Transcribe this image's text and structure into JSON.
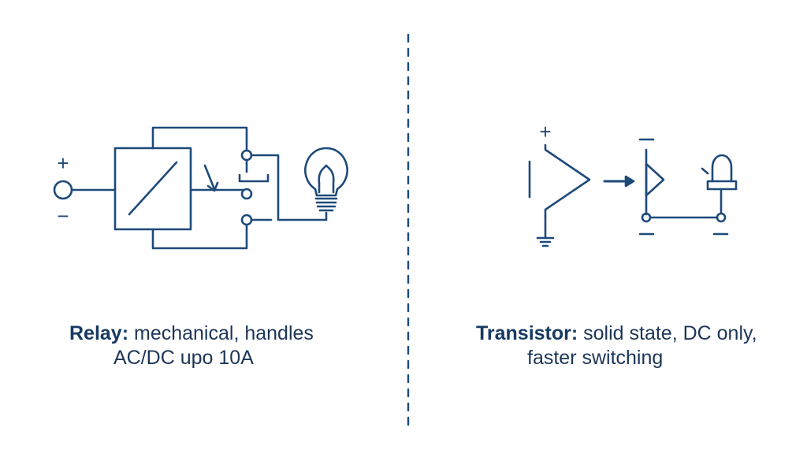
{
  "colors": {
    "stroke": "#1e4a7a",
    "text": "#1d3557",
    "background": "#ffffff"
  },
  "relay": {
    "plus": "+",
    "minus": "−",
    "title": "Relay:",
    "line1_rest": " mechanical, handles",
    "line2": "AC/DC upo 10A"
  },
  "transistor": {
    "plus": "+",
    "title": "Transistor:",
    "line1_rest": " solid state, DC only,",
    "line2": "faster switching"
  },
  "icons": [
    "lightbulb-icon",
    "led-icon",
    "ground-icon",
    "arrow-icon"
  ]
}
